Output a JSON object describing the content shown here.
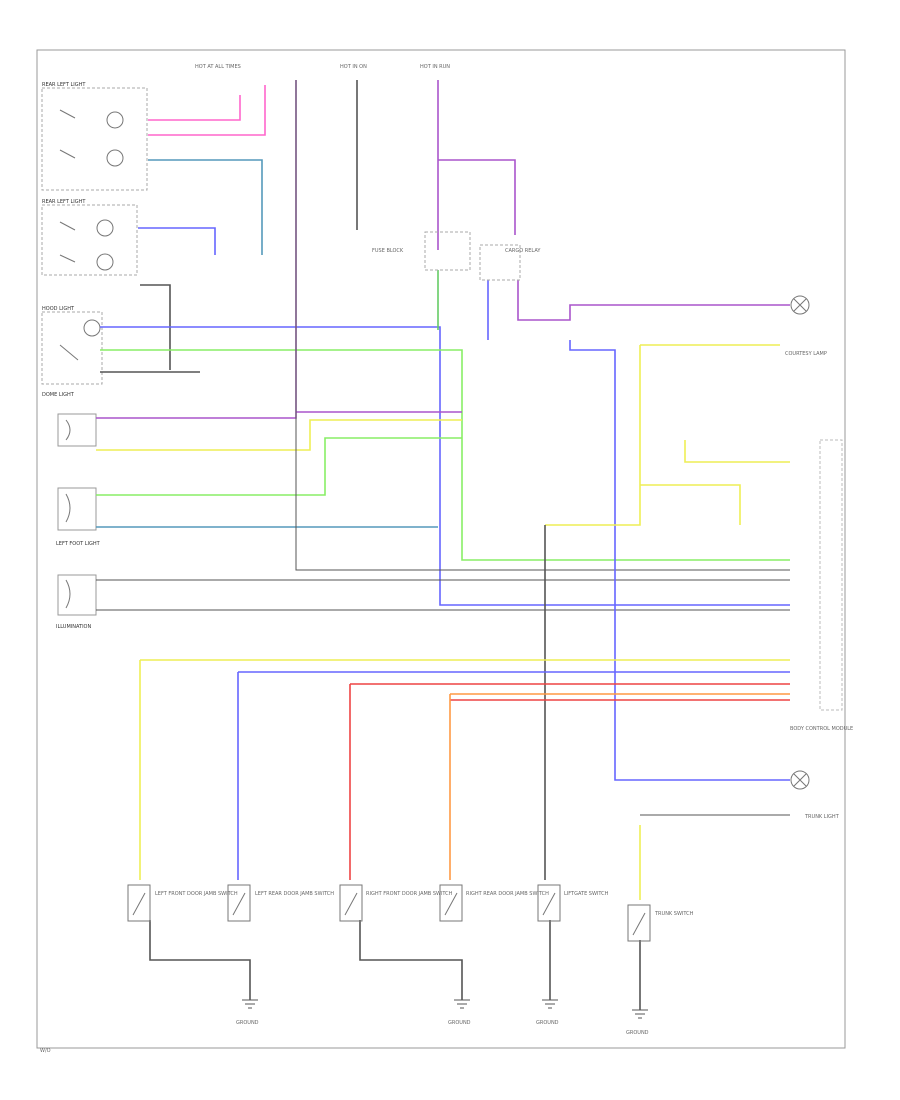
{
  "colors": {
    "background": "#ffffff",
    "frame": "#888888",
    "line_dark": "#555555",
    "pink": "#ff66cc",
    "purple": "#aa55cc",
    "blue": "#6666ff",
    "teal": "#5599bb",
    "green": "#88ee66",
    "yellow": "#eeee55",
    "red": "#ee4444",
    "orange": "#ff9944"
  },
  "labels": {
    "rear_left_top": "REAR LEFT LIGHT",
    "rear_left_mid": "REAR LEFT LIGHT",
    "hood_light": "HOOD LIGHT",
    "dome_light": "DOME LIGHT",
    "left_foot_light": "LEFT FOOT LIGHT",
    "illumination": "ILLUMINATION",
    "hot_at_all_times_1": "HOT AT ALL TIMES",
    "hot_in_on": "HOT IN ON",
    "hot_in_run": "HOT IN RUN",
    "fuse_block": "FUSE BLOCK",
    "cargo_relay": "CARGO RELAY",
    "courtesy_lamp": "COURTESY LAMP",
    "body_control_module": "BODY CONTROL MODULE",
    "trunk_light": "TRUNK LIGHT",
    "lf_door_jamb_switch": "LEFT FRONT DOOR JAMB SWITCH",
    "lr_door_jamb_switch": "LEFT REAR DOOR JAMB SWITCH",
    "rf_door_jamb_switch": "RIGHT FRONT DOOR JAMB SWITCH",
    "rr_door_jamb_switch": "RIGHT REAR DOOR JAMB SWITCH",
    "liftgate_switch": "LIFTGATE SWITCH",
    "trunk_switch": "TRUNK SWITCH",
    "ground_1": "GROUND",
    "ground_2": "GROUND",
    "ground_3": "GROUND",
    "ground_4": "GROUND",
    "corner_tag": "W/O"
  }
}
